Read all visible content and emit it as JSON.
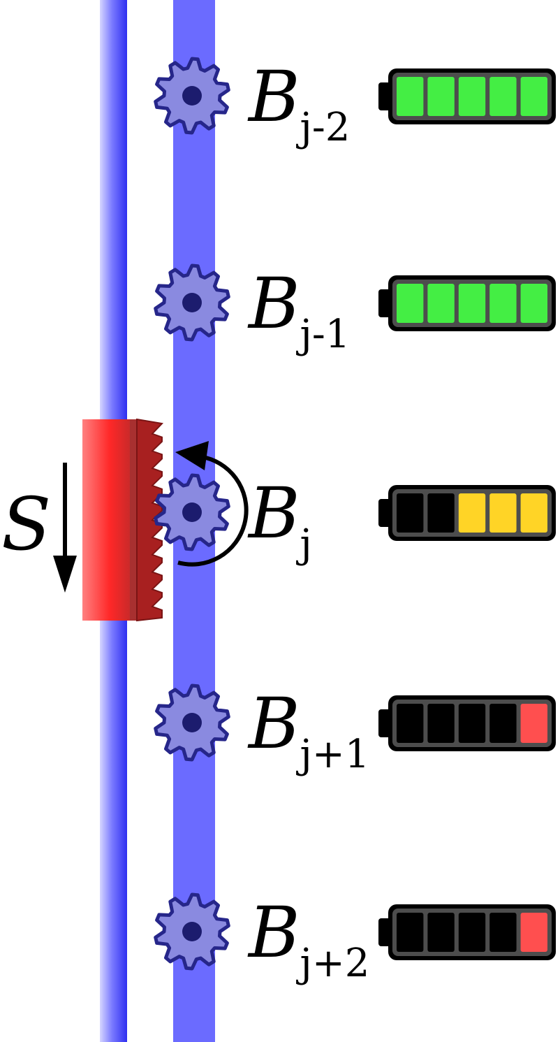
{
  "colors": {
    "rail_left": "#2f2ff0",
    "rail_right": "#6b6bff",
    "gear_fill": "#8a8ae0",
    "gear_stroke": "#26268a",
    "gear_hub": "#1c1c6e",
    "slider": "#ff4444",
    "slider_teeth": "#a82020",
    "battery_full": "#44ee44",
    "battery_mid": "#ffd426",
    "battery_low": "#ff4f4f",
    "battery_empty": "#000000",
    "battery_case": "#4d4d4d"
  },
  "slider": {
    "label": "S",
    "arrow": "down"
  },
  "rotation": {
    "direction": "counterclockwise"
  },
  "batteries": [
    {
      "label": "B",
      "sub": "j-2",
      "charge": 1.0,
      "level": "full",
      "cell_count": 5
    },
    {
      "label": "B",
      "sub": "j-1",
      "charge": 1.0,
      "level": "full",
      "cell_count": 5
    },
    {
      "label": "B",
      "sub": "j",
      "charge": 0.6,
      "level": "mid",
      "cell_count": 5
    },
    {
      "label": "B",
      "sub": "j+1",
      "charge": 0.2,
      "level": "low",
      "cell_count": 5
    },
    {
      "label": "B",
      "sub": "j+2",
      "charge": 0.2,
      "level": "low",
      "cell_count": 5
    }
  ]
}
